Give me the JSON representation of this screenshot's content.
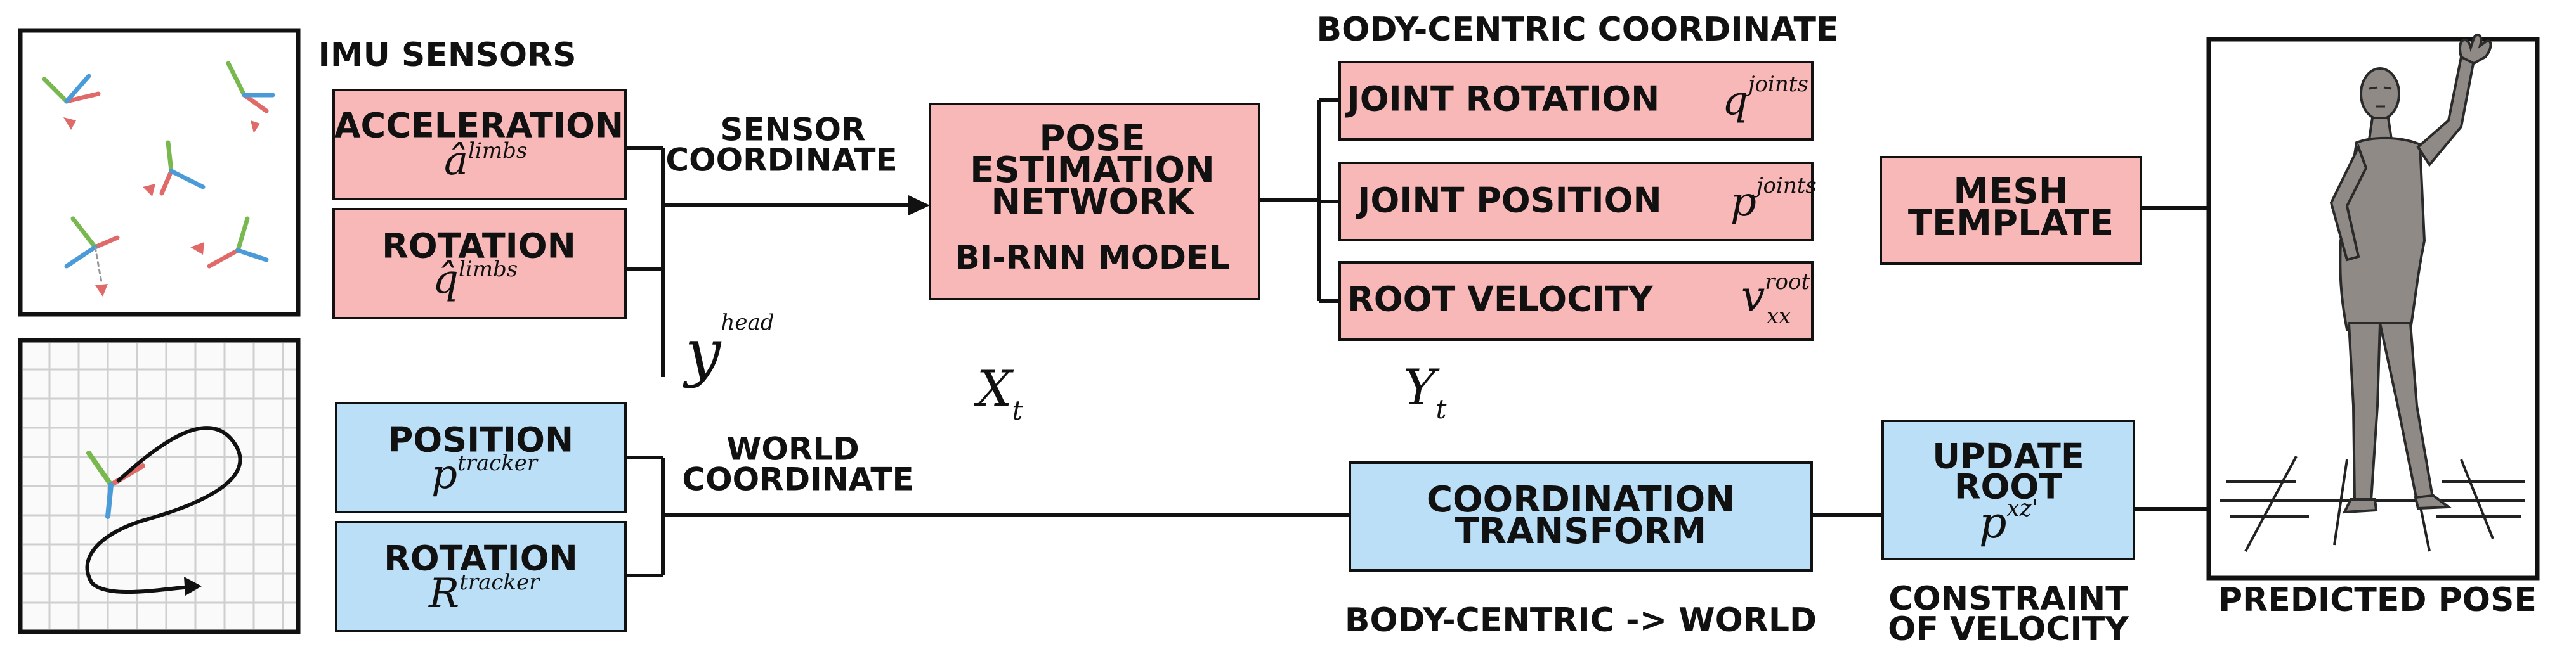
{
  "colors": {
    "imu_box": "#f8b8b8",
    "tracker_box": "#bcdff8",
    "line": "#111111",
    "axis_red": "#e06a6a",
    "axis_green": "#79b84e",
    "axis_blue": "#4a9bd8"
  },
  "labels": {
    "imu_sensors": "IMU SENSORS",
    "sensor_coordinate": [
      "SENSOR",
      "COORDINATE"
    ],
    "world_coordinate": [
      "WORLD",
      "COORDINATE"
    ],
    "body_centric_coordinate": "BODY-CENTRIC COORDINATE",
    "body_centric_to_world": "BODY-CENTRIC -> WORLD",
    "constraint_of_velocity": [
      "CONSTRAINT",
      "OF VELOCITY"
    ],
    "predicted_pose": "PREDICTED POSE",
    "y_head": {
      "base": "y",
      "sup": "head"
    },
    "x_t": {
      "base": "X",
      "sub": "t"
    },
    "y_t": {
      "base": "Y",
      "sub": "t"
    }
  },
  "imu_boxes": {
    "acceleration": {
      "title": "ACCELERATION",
      "sym": "â",
      "sup": "limbs"
    },
    "rotation": {
      "title": "ROTATION",
      "sym": "q̂",
      "sup": "limbs"
    }
  },
  "tracker_boxes": {
    "position": {
      "title": "POSITION",
      "sym": "p",
      "sup": "tracker"
    },
    "rotation": {
      "title": "ROTATION",
      "sym": "R",
      "sup": "tracker"
    }
  },
  "network": {
    "lines": [
      "POSE",
      "ESTIMATION",
      "NETWORK"
    ],
    "model": "BI-RNN MODEL"
  },
  "outputs": {
    "joint_rotation": {
      "title": "JOINT ROTATION",
      "sym": "q",
      "sup": "joints"
    },
    "joint_position": {
      "title": "JOINT POSITION",
      "sym": "p",
      "sup": "joints"
    },
    "root_velocity": {
      "title": "ROOT VELOCITY",
      "sym": "v",
      "sup": "root",
      "sub": "xx"
    }
  },
  "mesh_template": [
    "MESH",
    "TEMPLATE"
  ],
  "coordination_transform": [
    "COORDINATION",
    "TRANSFORM"
  ],
  "update_root": {
    "lines": [
      "UPDATE",
      "ROOT"
    ],
    "sym": "p",
    "sup": "xz'"
  }
}
